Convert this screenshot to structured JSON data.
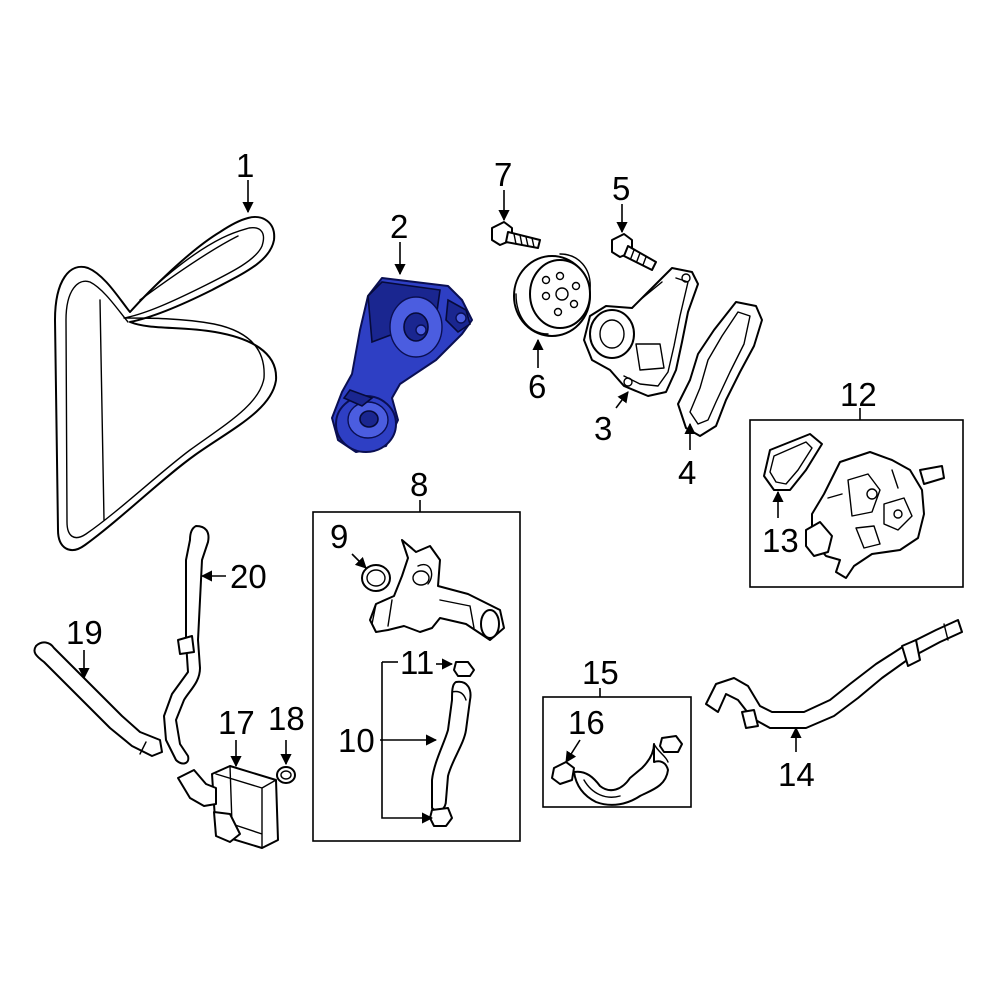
{
  "callouts": [
    {
      "id": "c1",
      "label": "1"
    },
    {
      "id": "c2",
      "label": "2"
    },
    {
      "id": "c3",
      "label": "3"
    },
    {
      "id": "c4",
      "label": "4"
    },
    {
      "id": "c5",
      "label": "5"
    },
    {
      "id": "c6",
      "label": "6"
    },
    {
      "id": "c7",
      "label": "7"
    },
    {
      "id": "c8",
      "label": "8"
    },
    {
      "id": "c9",
      "label": "9"
    },
    {
      "id": "c10",
      "label": "10"
    },
    {
      "id": "c11",
      "label": "11"
    },
    {
      "id": "c12",
      "label": "12"
    },
    {
      "id": "c13",
      "label": "13"
    },
    {
      "id": "c14",
      "label": "14"
    },
    {
      "id": "c15",
      "label": "15"
    },
    {
      "id": "c16",
      "label": "16"
    },
    {
      "id": "c17",
      "label": "17"
    },
    {
      "id": "c18",
      "label": "18"
    },
    {
      "id": "c19",
      "label": "19"
    },
    {
      "id": "c20",
      "label": "20"
    }
  ],
  "highlight": {
    "part": "2",
    "color": "#2e3fc4"
  }
}
